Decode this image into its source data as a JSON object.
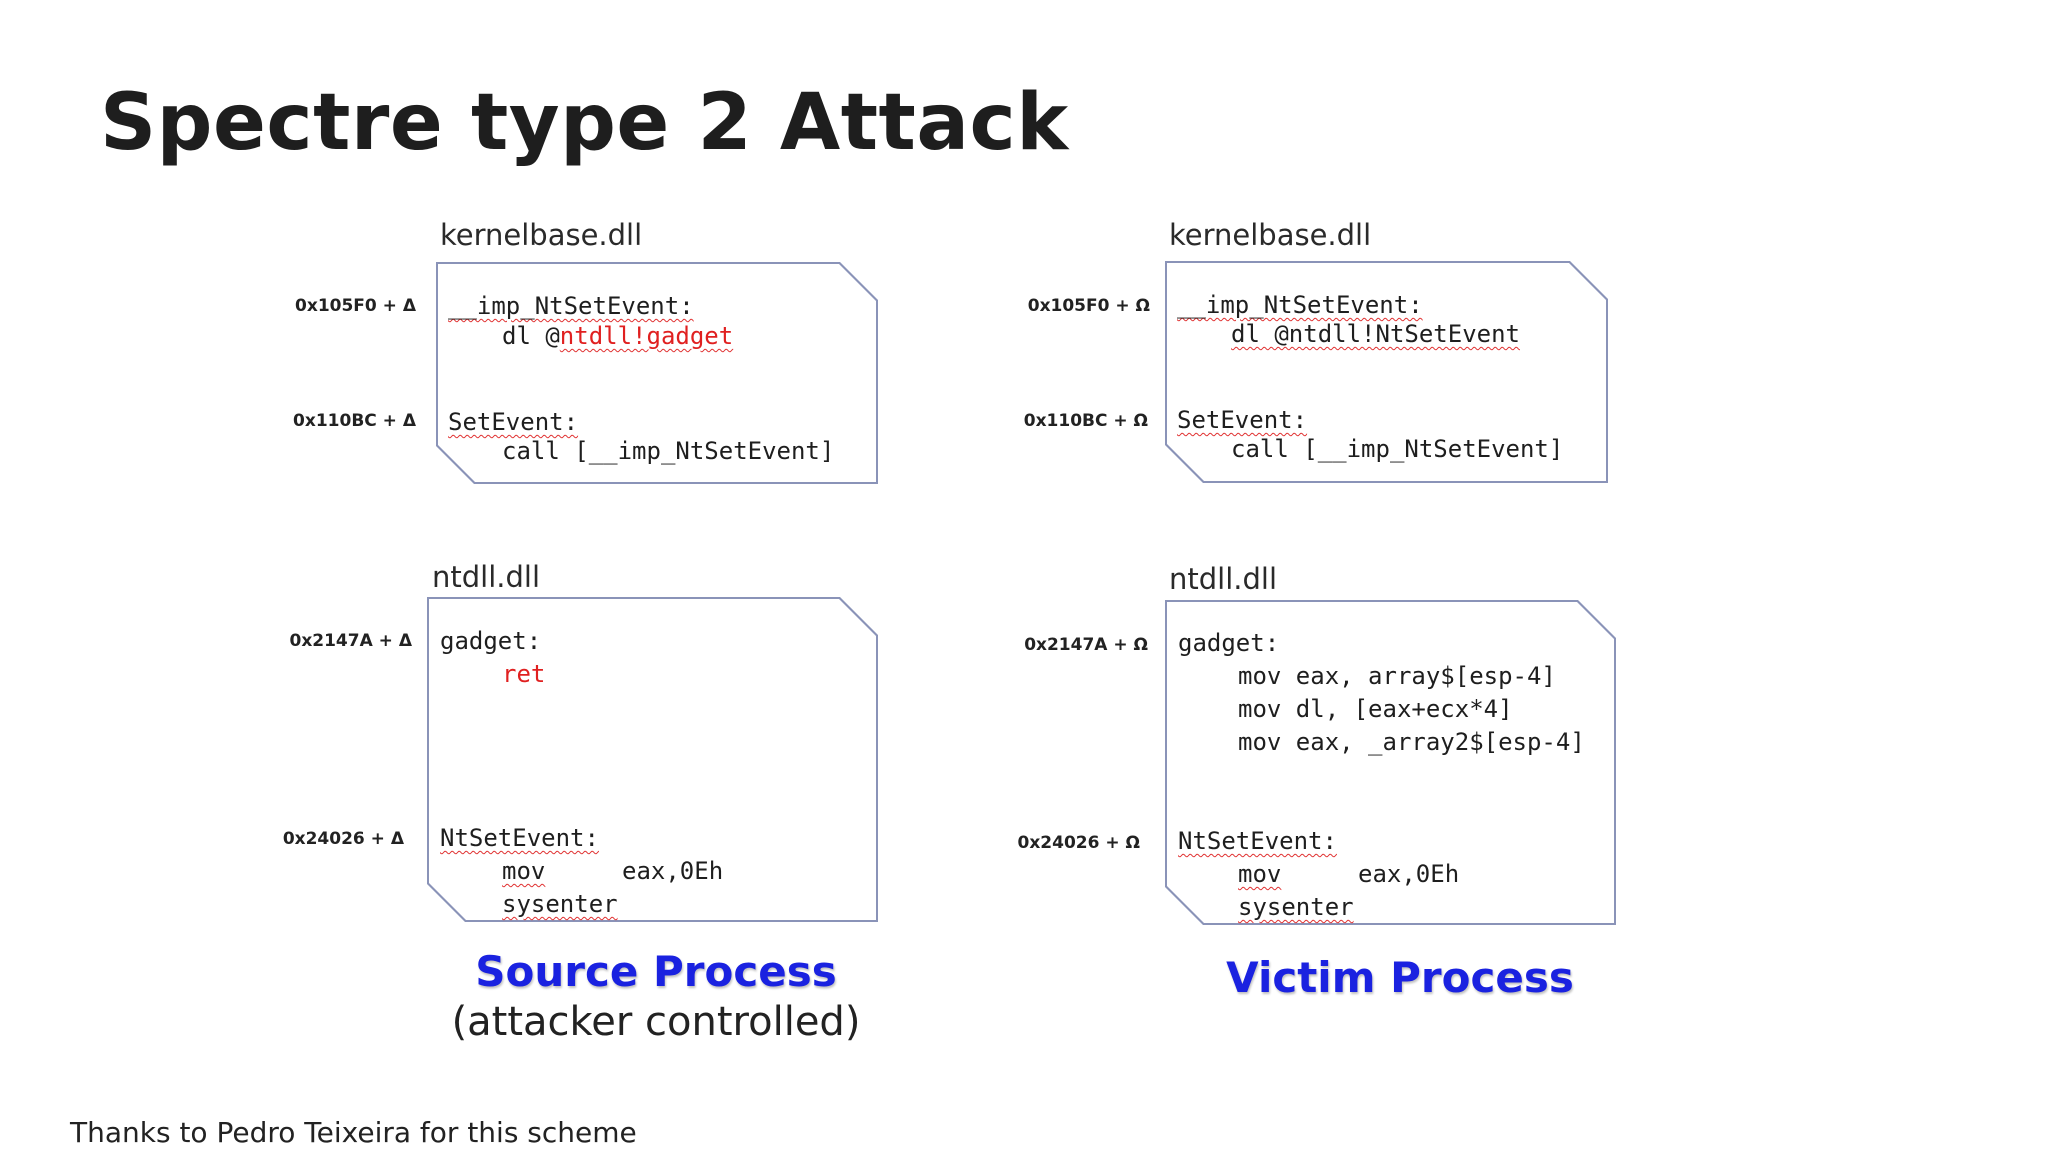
{
  "slide": {
    "title": "Spectre type 2 Attack",
    "credit": "Thanks to Pedro Teixeira for this scheme"
  },
  "source": {
    "kernel_label": "kernelbase.dll",
    "ntdll_label": "ntdll.dll",
    "addr_imp": "0x105F0 + Δ",
    "addr_setevent": "0x110BC + Δ",
    "addr_gadget": "0x2147A + Δ",
    "addr_ntset": "0x24026 + Δ",
    "imp_label": "__imp_NtSetEvent:",
    "imp_dl_prefix": "dl @",
    "imp_target": "ntdll!gadget",
    "setevent_label": "SetEvent:",
    "setevent_call": "call [__imp_NtSetEvent]",
    "gadget_label": "gadget:",
    "gadget_ret": "ret",
    "ntset_label": "NtSetEvent:",
    "ntset_mov_op": "mov",
    "ntset_mov_args": "eax,0Eh",
    "ntset_sysenter": "sysenter",
    "name": "Source Process",
    "subtitle": "(attacker controlled)"
  },
  "victim": {
    "kernel_label": "kernelbase.dll",
    "ntdll_label": "ntdll.dll",
    "addr_imp": "0x105F0 + Ω",
    "addr_setevent": "0x110BC + Ω",
    "addr_gadget": "0x2147A + Ω",
    "addr_ntset": "0x24026 + Ω",
    "imp_label": "__imp_NtSetEvent:",
    "imp_dl": "dl @ntdll!NtSetEvent",
    "setevent_label": "SetEvent:",
    "setevent_call": "call [__imp_NtSetEvent]",
    "gadget_label": "gadget:",
    "gadget_line1": "mov eax, array$[esp-4]",
    "gadget_line2": "mov dl, [eax+ecx*4]",
    "gadget_line3": "mov eax, _array2$[esp-4]",
    "ntset_label": "NtSetEvent:",
    "ntset_mov_op": "mov",
    "ntset_mov_args": "eax,0Eh",
    "ntset_sysenter": "sysenter",
    "name": "Victim Process"
  }
}
